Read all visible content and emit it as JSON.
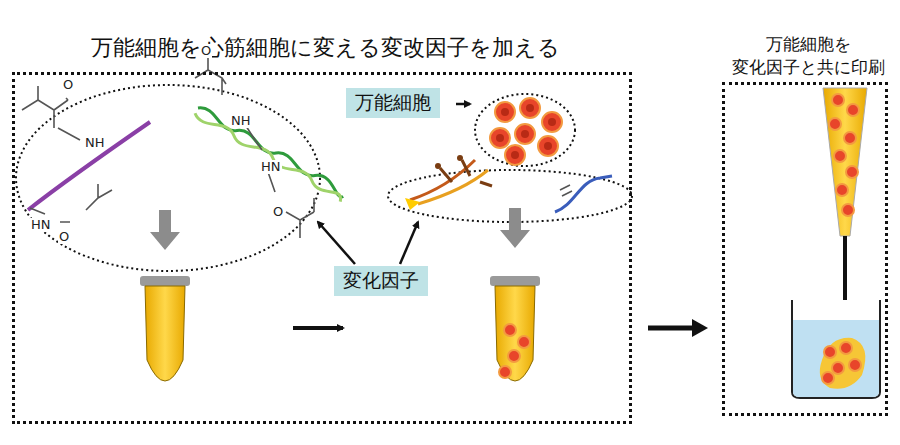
{
  "diagram": {
    "nodes": [
      {
        "text": [
          "万能細胞を心筋細胞に変える変改因子を加える"
        ]
      },
      {
        "text": [
          "万能細胞を 変化因子と共に印刷"
        ]
      },
      {
        "text": [
          "万能細胞"
        ],
        "in": 0
      },
      {
        "text": [
          "変化因子"
        ],
        "in": 0
      }
    ],
    "edges": [
      {
        "from": 0,
        "to": 1,
        "arrow": "to"
      }
    ],
    "labels": [
      "O",
      "NH",
      "HN",
      "O",
      "O",
      "NH",
      "HN",
      "O"
    ]
  }
}
